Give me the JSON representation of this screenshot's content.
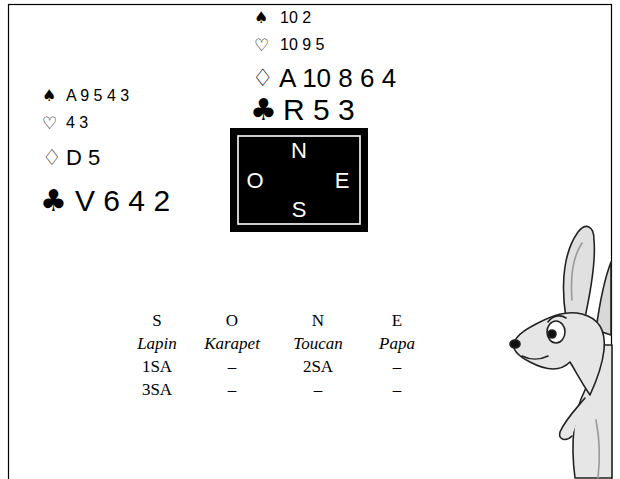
{
  "diagram": {
    "nodes": [
      {
        "text": [
          "N",
          "O",
          "E",
          "S"
        ]
      }
    ],
    "labels": [
      "♠",
      "10 2",
      "♡",
      "10 9 5",
      "♢",
      "A 10 8 6 4",
      "♣",
      "R 5 3",
      "♠",
      "A 9 5 4 3",
      "♡",
      "4 3",
      "♢",
      "D 5",
      "♣",
      "V 6 4 2",
      "S",
      "O",
      "N",
      "E",
      "Lapin",
      "Karapet",
      "Toucan",
      "Papa",
      "1SA",
      "–",
      "2SA",
      "–",
      "3SA",
      "–",
      "–",
      "–"
    ]
  }
}
